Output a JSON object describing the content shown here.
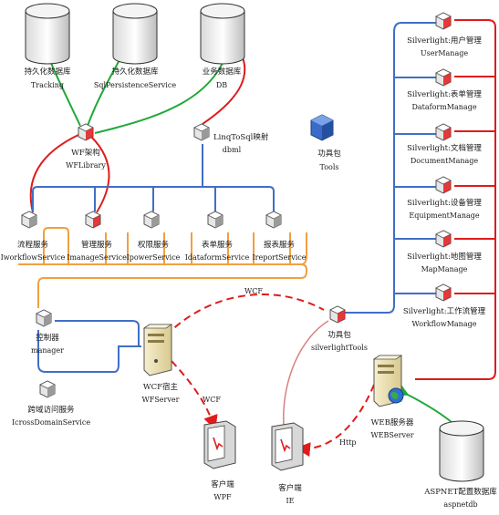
{
  "colors": {
    "blue": "#3f6fc6",
    "red": "#e01b1b",
    "green": "#20a83a",
    "orange": "#f0a040",
    "pink": "#d88080"
  },
  "databases": [
    {
      "id": "tracking",
      "name": "持久化数据库",
      "sub": "Tracking"
    },
    {
      "id": "sqlpersist",
      "name": "持久化数据库",
      "sub": "SqlPersistenceService"
    },
    {
      "id": "db",
      "name": "业务数据库",
      "sub": "DB"
    },
    {
      "id": "aspnetdb",
      "name": "ASPNET配置数据库",
      "sub": "aspnetdb"
    }
  ],
  "wf": {
    "name": "WF架构",
    "sub": "WFLibrary"
  },
  "dbml": {
    "name": "LinqToSql映射",
    "sub": "dbml"
  },
  "tools": {
    "name": "功具包",
    "sub": "Tools"
  },
  "services": [
    {
      "name": "流程服务",
      "sub": "IworkflowService"
    },
    {
      "name": "管理服务",
      "sub": "ImanageService"
    },
    {
      "name": "权限服务",
      "sub": "IpowerService"
    },
    {
      "name": "表单服务",
      "sub": "IdataformService"
    },
    {
      "name": "报表服务",
      "sub": "IreportService"
    }
  ],
  "manager": {
    "name": "控制器",
    "sub": "manager"
  },
  "crossdomain": {
    "name": "跨域访问服务",
    "sub": "IcrossDomainService"
  },
  "wcfhost": {
    "name": "WCF宿主",
    "sub": "WFServer"
  },
  "silverlight_tools": {
    "name": "功具包",
    "sub": "silverlightTools"
  },
  "webserver": {
    "name": "WEB服务器",
    "sub": "WEBServer"
  },
  "wpf_client": {
    "name": "客户端",
    "sub": "WPF"
  },
  "ie_client": {
    "name": "客户端",
    "sub": "IE"
  },
  "silverlight_modules": [
    {
      "name": "Silverlight:用户管理",
      "sub": "UserManage"
    },
    {
      "name": "Silverlight:表单管理",
      "sub": "DataformManage"
    },
    {
      "name": "Silverlight:文档管理",
      "sub": "DocumentManage"
    },
    {
      "name": "Silverlight:设备管理",
      "sub": "EquipmentManage"
    },
    {
      "name": "Silverlight:地图管理",
      "sub": "MapManage"
    },
    {
      "name": "Silverlight:工作流管理",
      "sub": "WorkflowManage"
    }
  ],
  "edge_labels": {
    "wcf_top": "WCF",
    "wcf_left": "WCF",
    "http": "Http"
  }
}
